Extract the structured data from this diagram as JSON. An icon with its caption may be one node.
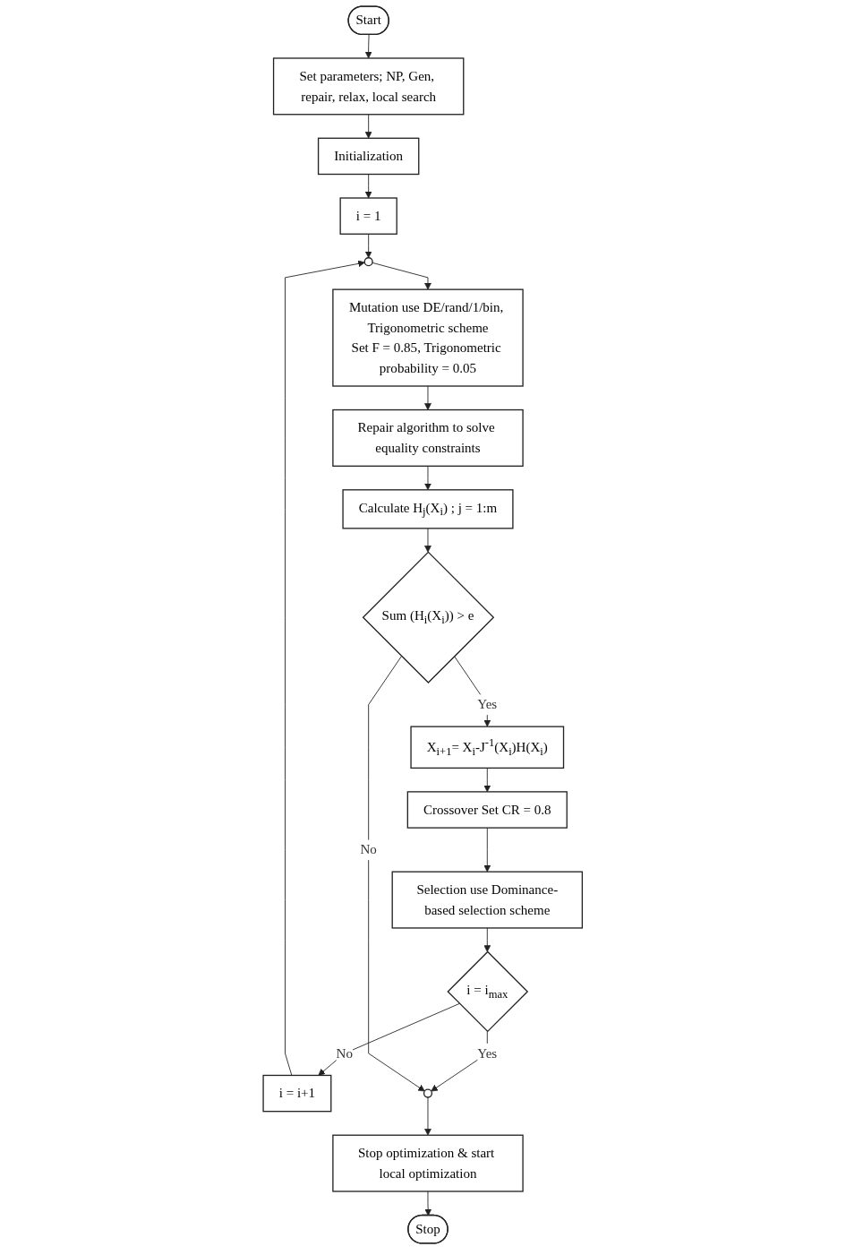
{
  "diagram": {
    "nodes": [
      {
        "text": [
          "Start"
        ]
      },
      {
        "text": [
          "Set parameters; NP, Gen, repair, relax, local search"
        ]
      },
      {
        "text": [
          "Initialization"
        ]
      },
      {
        "text": [
          "i = 1"
        ]
      },
      {
        "text": [],
        "shape": "circle"
      },
      {
        "text": [
          "Mutation use DE/rand/1/bin, Trigonometric scheme",
          "Set F = 0.85, Trigonometric probability = 0.05"
        ]
      },
      {
        "text": [
          "Repair algorithm to solve equality constraints"
        ]
      },
      {
        "text": [
          "Calculate H$_{j}$(X$_{i}$) ; j = 1:m"
        ]
      },
      {
        "text": [
          "Sum (H$_{i}$(X$_{i}$)) > e"
        ]
      },
      {
        "text": [
          "X$_{i+1}$= X$_{i}$-J$^{-1}$(X$_{i}$)H(X$_{i}$)"
        ]
      },
      {
        "text": [
          "Crossover Set CR = 0.8"
        ]
      },
      {
        "text": [
          "Selection use Dominance-based selection scheme"
        ]
      },
      {
        "text": [
          "i = i$_{max}$"
        ]
      },
      {
        "text": [
          "i = i+1"
        ]
      },
      {
        "text": [],
        "shape": "circle"
      },
      {
        "text": [
          "Stop optimization & start local optimization"
        ]
      },
      {
        "text": [
          "Stop"
        ]
      }
    ],
    "edges": [
      {
        "from": 0,
        "to": 1,
        "arrow": "to"
      },
      {
        "from": 1,
        "to": 2,
        "arrow": "to"
      },
      {
        "from": 2,
        "to": 3,
        "arrow": "to"
      },
      {
        "from": 3,
        "to": 4,
        "arrow": "to"
      },
      {
        "from": 4,
        "to": 5,
        "arrow": "to"
      },
      {
        "from": 5,
        "to": 6,
        "arrow": "to"
      },
      {
        "from": 6,
        "to": 7,
        "arrow": "to"
      },
      {
        "from": 7,
        "to": 8,
        "arrow": "to"
      },
      {
        "from": 8,
        "to": 9,
        "label": "Yes",
        "arrow": "to"
      },
      {
        "from": 9,
        "to": 10,
        "arrow": "to"
      },
      {
        "from": 10,
        "to": 11,
        "arrow": "to"
      },
      {
        "from": 11,
        "to": 12,
        "arrow": "to"
      },
      {
        "from": 12,
        "to": 13,
        "label": "No",
        "arrow": "to"
      },
      {
        "from": 13,
        "to": 4,
        "arrow": "to"
      },
      {
        "from": 12,
        "to": 14,
        "label": "Yes",
        "arrow": "to"
      },
      {
        "from": 8,
        "to": 14,
        "label": "No",
        "arrow": "to"
      },
      {
        "from": 14,
        "to": 15,
        "arrow": "to"
      },
      {
        "from": 15,
        "to": 16,
        "arrow": "to"
      }
    ]
  }
}
